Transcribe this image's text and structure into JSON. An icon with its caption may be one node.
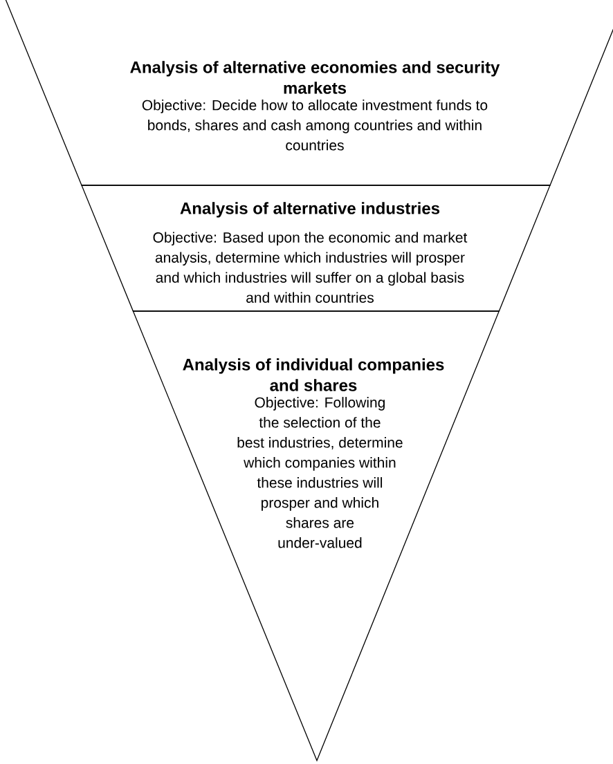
{
  "diagram": {
    "nodes": [
      {
        "text": [
          "Analysis of alternative economies and security markets",
          "Objective: Decide how to allocate investment funds to bonds, shares and cash among countries and within countries"
        ]
      },
      {
        "text": [
          "Analysis of alternative industries",
          "Objective: Based upon the economic and market analysis, determine which industries will prosper and which industries will suffer on a global basis and within countries"
        ]
      },
      {
        "text": [
          "Analysis of individual companies and shares",
          "Objective: Following the selection of the best industries, determine which companies within these industries will prosper and which shares are under-valued"
        ]
      }
    ]
  }
}
